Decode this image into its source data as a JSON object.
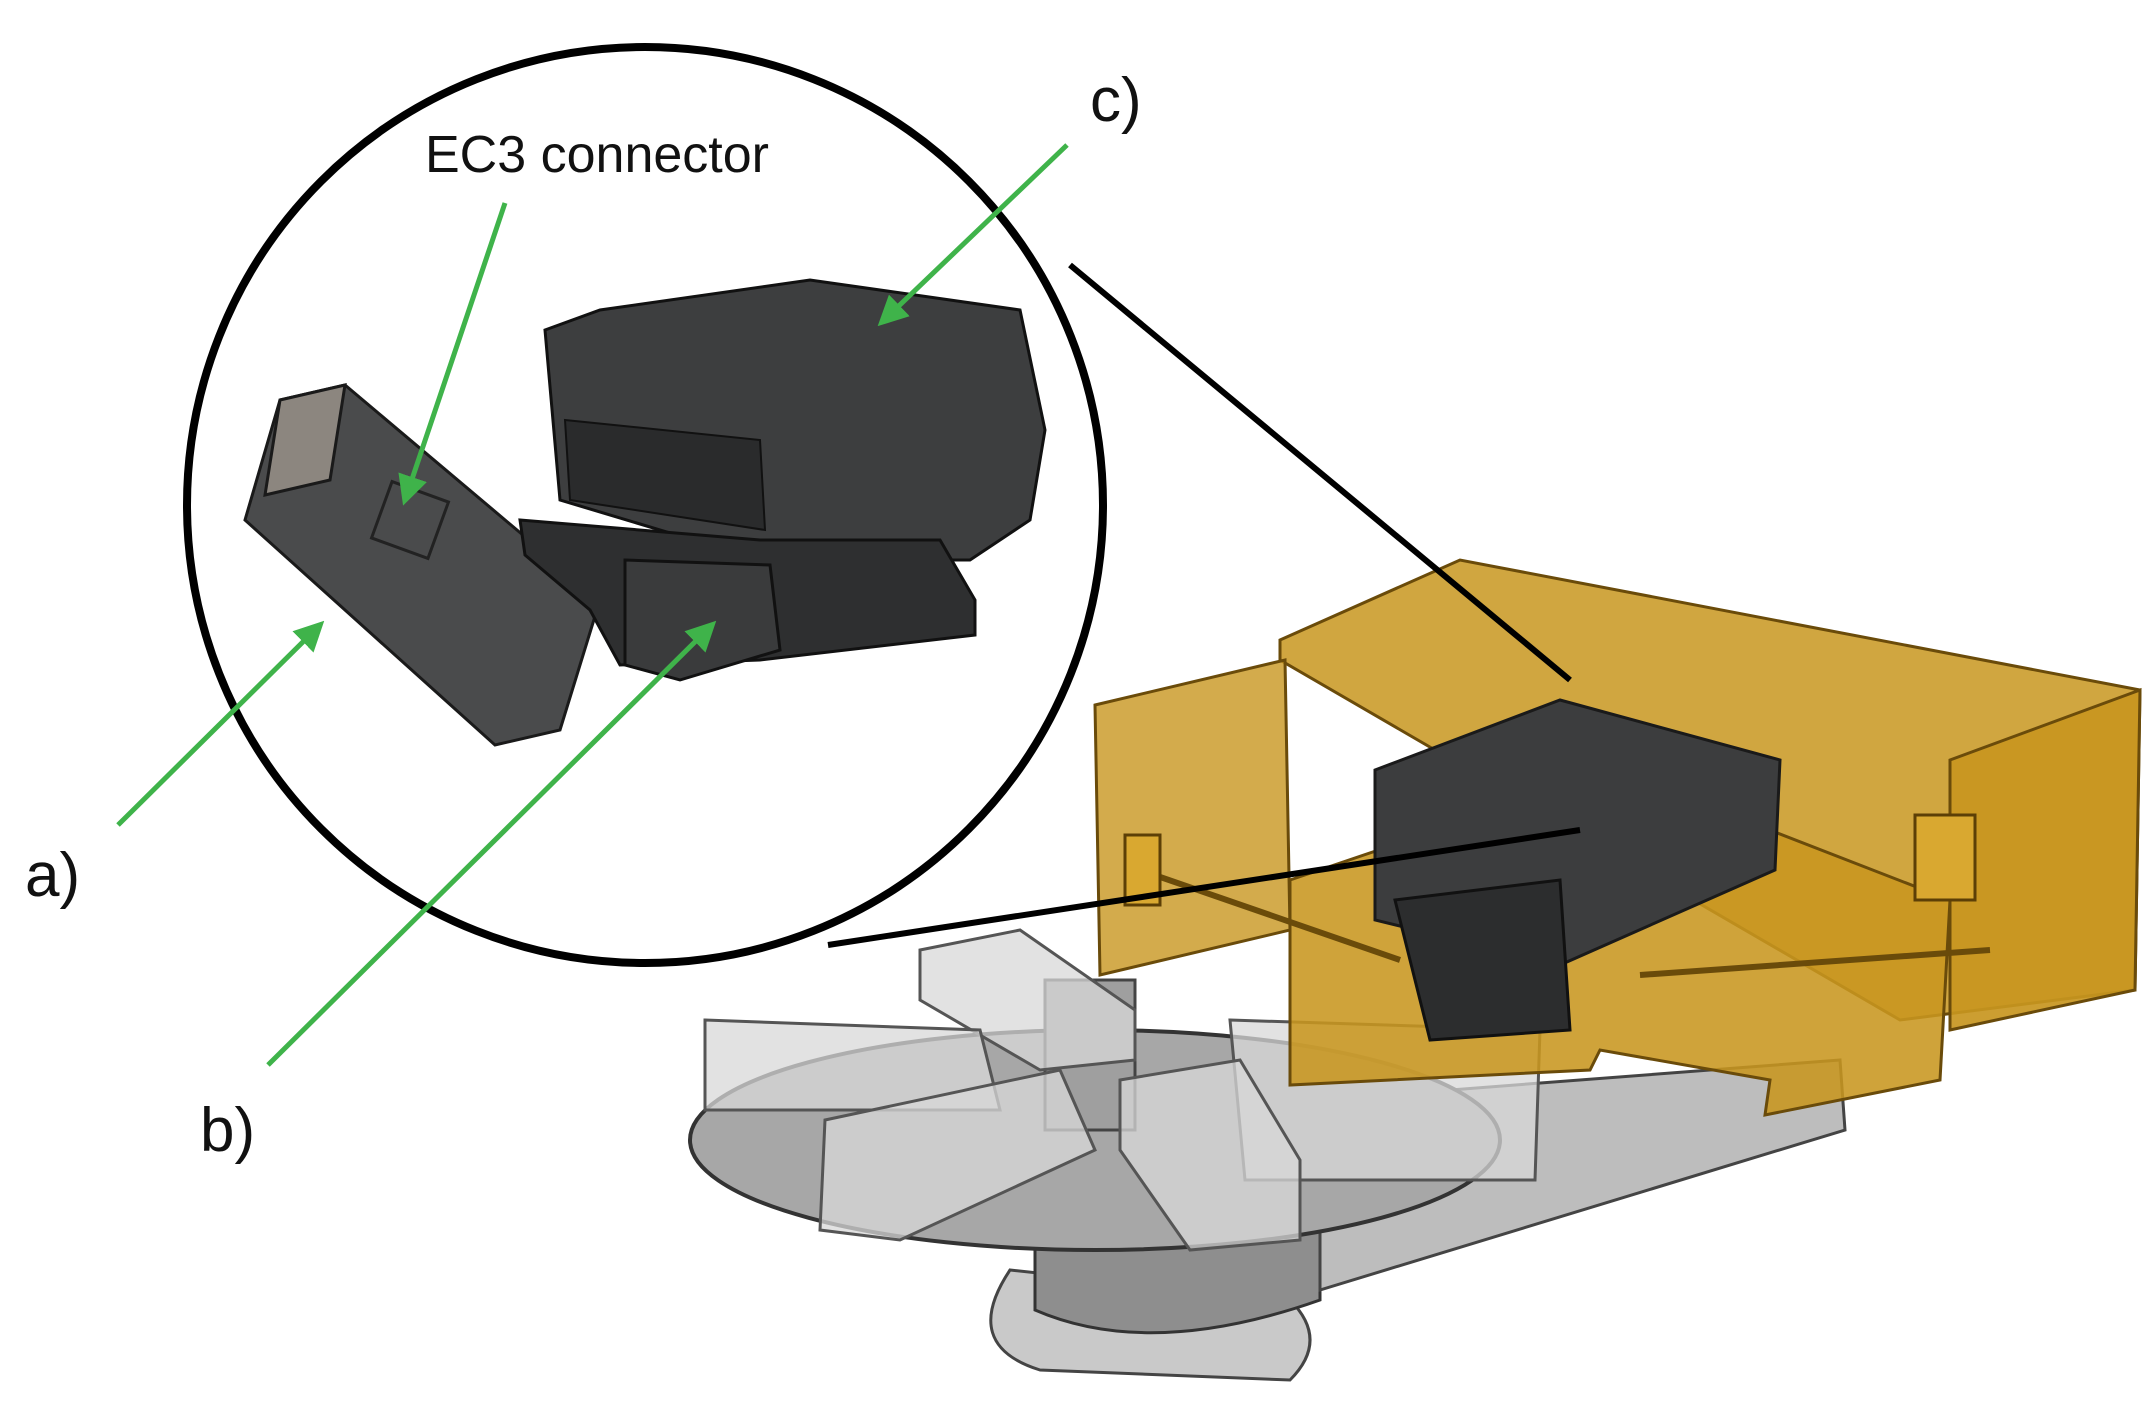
{
  "labels": {
    "a": "a)",
    "b": "b)",
    "c": "c)",
    "ec3": "EC3 connector"
  },
  "colors": {
    "arrow": "#3fb34a",
    "callout": "#000000",
    "enclosure": "#c8961f",
    "module_dark": "#3c3d3e",
    "turntable": "#9a9a9a",
    "base": "#b9b9b9"
  }
}
